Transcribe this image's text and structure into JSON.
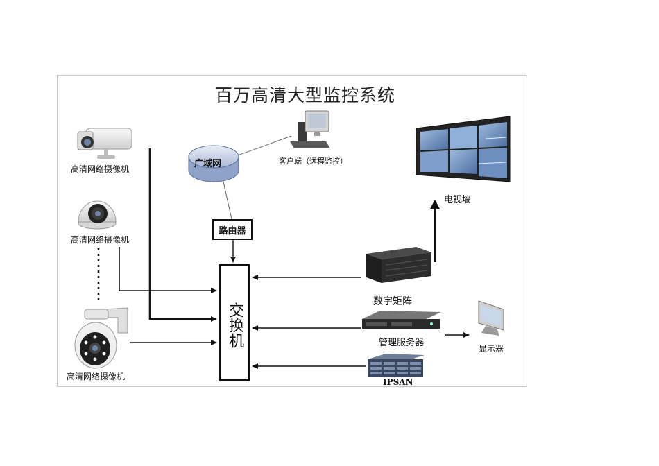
{
  "title": "百万高清大型监控系统",
  "cameras": [
    {
      "label": "高清网络摄像机",
      "icon": "bullet-camera-icon"
    },
    {
      "label": "高清网络摄像机",
      "icon": "dome-camera-icon"
    },
    {
      "label": "高清网络摄像机",
      "icon": "ptz-camera-icon"
    }
  ],
  "network": {
    "wan_label": "广域网",
    "router_label": "路由器",
    "client_label": "客户端（远程监控）"
  },
  "switch_label": "交换机",
  "devices": {
    "video_wall_label": "电视墙",
    "matrix_label": "数字矩阵",
    "server_label": "管理服务器",
    "display_label": "显示器",
    "storage_label": "IPSAN"
  },
  "colors": {
    "line": "#111111",
    "camera_body": "#e6e6e6",
    "device_dark": "#2a2a2a",
    "screen_blue": "#6f94c8"
  }
}
